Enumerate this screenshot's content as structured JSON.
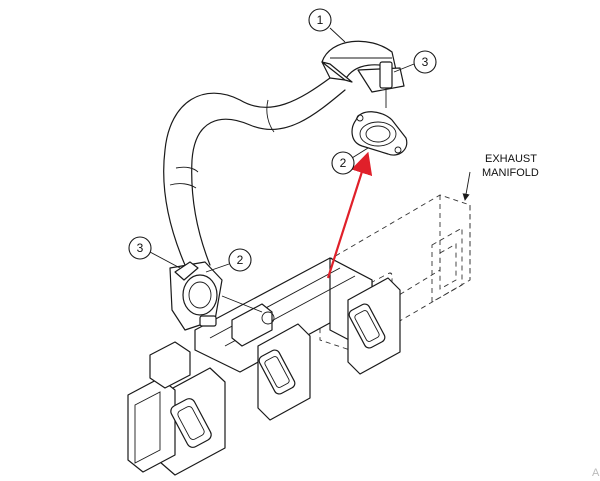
{
  "diagram": {
    "balloons": [
      {
        "id": "callout-1",
        "text": "1"
      },
      {
        "id": "callout-3-top",
        "text": "3"
      },
      {
        "id": "callout-2-top",
        "text": "2"
      },
      {
        "id": "callout-3-left",
        "text": "3"
      },
      {
        "id": "callout-2-left",
        "text": "2"
      }
    ],
    "labels": {
      "exhaust_line1": "EXHAUST",
      "exhaust_line2": "MANIFOLD"
    },
    "watermark": "A"
  },
  "colors": {
    "ink": "#1a1a1a",
    "highlight_arrow": "#e0202a",
    "background": "#ffffff"
  }
}
